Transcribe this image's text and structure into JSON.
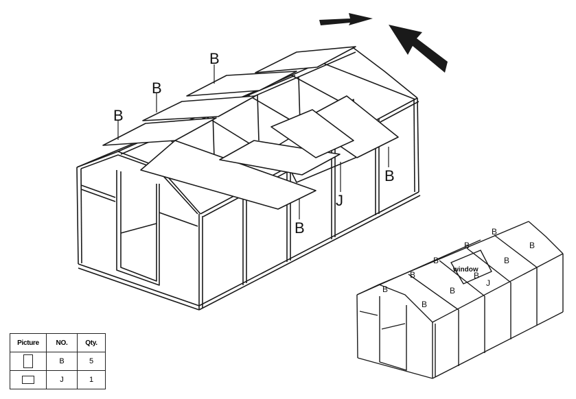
{
  "main_labels": {
    "roof_b1": "B",
    "roof_b2": "B",
    "roof_b3": "B",
    "side_b_right": "B",
    "side_b_bottom": "B",
    "window_j": "J"
  },
  "small_labels": {
    "b1": "B",
    "b2": "B",
    "b3": "B",
    "b4": "B",
    "b5": "B",
    "b6": "B",
    "b7": "B",
    "b8": "B",
    "b9": "B",
    "b10": "B",
    "window": "window",
    "j": "J"
  },
  "parts_table": {
    "headers": [
      "Picture",
      "NO.",
      "Qty."
    ],
    "rows": [
      {
        "icon": "tall-panel-icon",
        "no": "B",
        "qty": "5"
      },
      {
        "icon": "wide-panel-icon",
        "no": "J",
        "qty": "1"
      }
    ]
  }
}
